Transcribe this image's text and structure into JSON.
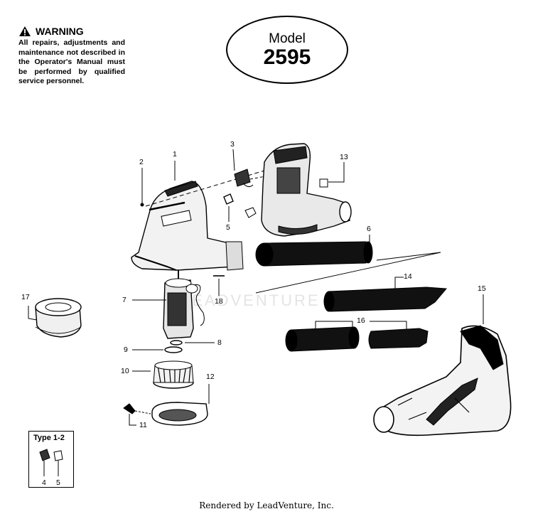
{
  "warning": {
    "icon": "warning-triangle-icon",
    "title": "WARNING",
    "text": "All repairs, adjustments and maintenance not described in the Operator's Manual must be performed by qualified service personnel."
  },
  "model": {
    "label": "Model",
    "number": "2595"
  },
  "type_box": {
    "label": "Type 1-2",
    "parts": [
      "4",
      "5"
    ]
  },
  "callouts": [
    "1",
    "2",
    "3",
    "4",
    "5",
    "6",
    "7",
    "8",
    "9",
    "10",
    "11",
    "12",
    "13",
    "14",
    "15",
    "16",
    "17",
    "18"
  ],
  "watermark": "LEADVENTURE",
  "footer": "Rendered by LeadVenture, Inc."
}
